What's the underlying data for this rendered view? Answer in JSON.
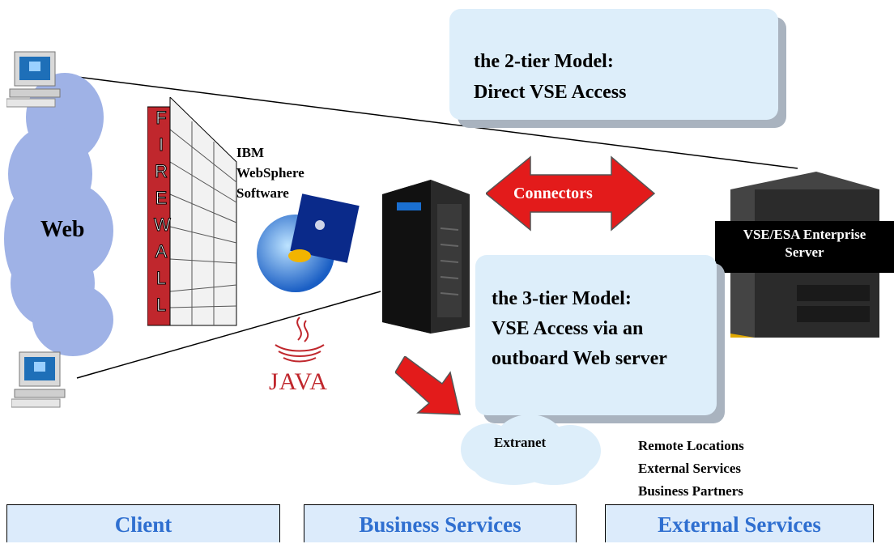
{
  "web_label": "Web",
  "firewall_letters": [
    "F",
    "I",
    "R",
    "E",
    "W",
    "A",
    "L",
    "L"
  ],
  "websphere": {
    "line1": "IBM",
    "line2": "WebSphere",
    "line3": "Software"
  },
  "connectors_label": "Connectors",
  "enterprise_server": {
    "line1": "VSE/ESA Enterprise",
    "line2": "Server"
  },
  "two_tier": {
    "line1": "the 2-tier Model:",
    "line2": "Direct VSE Access"
  },
  "three_tier": {
    "line1": "the 3-tier Model:",
    "line2": "VSE Access via an",
    "line3": "outboard Web server"
  },
  "extranet_label": "Extranet",
  "remote": {
    "line1": "Remote Locations",
    "line2": "External Services",
    "line3": "Business Partners"
  },
  "java_label": "JAVA",
  "tiers": {
    "client": "Client",
    "business": "Business Services",
    "external": "External Services"
  },
  "colors": {
    "cloud": "#9fb2e6",
    "firewall": "#c0272d",
    "arrow": "#e31b1b",
    "tier_text": "#2f6fd0",
    "callout": "#ddeefa"
  }
}
